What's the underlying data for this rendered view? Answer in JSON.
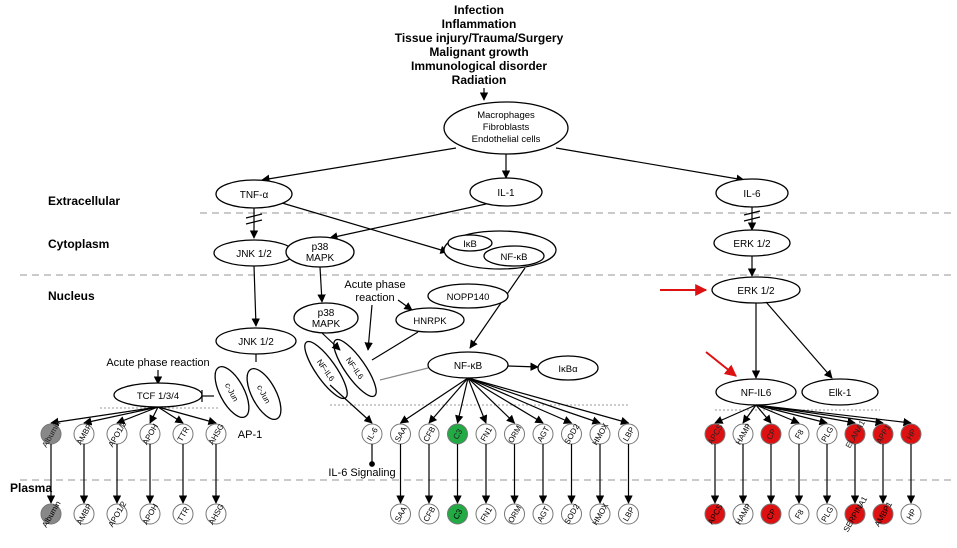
{
  "stimuli": [
    "Infection",
    "Inflammation",
    "Tissue injury/Trauma/Surgery",
    "Malignant growth",
    "Immunological disorder",
    "Radiation"
  ],
  "layers": {
    "extracellular": "Extracellular",
    "cytoplasm": "Cytoplasm",
    "nucleus": "Nucleus",
    "plasma": "Plasma"
  },
  "cells": [
    "Macrophages",
    "Fibroblasts",
    "Endothelial cells"
  ],
  "cytokines": {
    "tnf": "TNF-α",
    "il1": "IL-1",
    "il6": "IL-6"
  },
  "nodes": {
    "jnk": "JNK 1/2",
    "p38_line1": "p38",
    "p38_line2": "MAPK",
    "ikb": "IκB",
    "nfkb": "NF-κB",
    "erk": "ERK 1/2",
    "nopp140": "NOPP140",
    "hnrpk": "HNRPK",
    "ikba": "IκBα",
    "tcf": "TCF  1/3/4",
    "cjun": "c-Jun",
    "ap1": "AP-1",
    "nfil6": "NF-IL6",
    "elk1": "Elk-1"
  },
  "annotations": {
    "apr_left": "Acute phase reaction",
    "apr_mid_line1": "Acute phase",
    "apr_mid_line2": "reaction",
    "il6_signaling": "IL-6 Signaling"
  },
  "colors": {
    "gray_fill": "#888888",
    "green_fill": "#22aa44",
    "red_fill": "#dd1111",
    "red_arrow": "#dd1111"
  },
  "groups": [
    {
      "nuclear": [
        {
          "label": "Albumin",
          "fill": "gray"
        },
        {
          "label": "AMBP",
          "fill": "white"
        },
        {
          "label": "APO1/2",
          "fill": "white"
        },
        {
          "label": "APOH",
          "fill": "white"
        },
        {
          "label": "TTR",
          "fill": "white"
        },
        {
          "label": "AHSG",
          "fill": "white"
        }
      ],
      "plasma": [
        {
          "label": "Albumin",
          "fill": "gray"
        },
        {
          "label": "AMBP",
          "fill": "white"
        },
        {
          "label": "APO1/2",
          "fill": "white"
        },
        {
          "label": "APOH",
          "fill": "white"
        },
        {
          "label": "TTR",
          "fill": "white"
        },
        {
          "label": "AHSG",
          "fill": "white"
        }
      ]
    },
    {
      "nuclear": [
        {
          "label": "IL-6",
          "fill": "white"
        },
        {
          "label": "SAA",
          "fill": "white"
        },
        {
          "label": "CFB",
          "fill": "white"
        },
        {
          "label": "C3",
          "fill": "green"
        },
        {
          "label": "FN1",
          "fill": "white"
        },
        {
          "label": "ORM",
          "fill": "white"
        },
        {
          "label": "AGT",
          "fill": "white"
        },
        {
          "label": "SOD2",
          "fill": "white"
        },
        {
          "label": "HMOX",
          "fill": "white"
        },
        {
          "label": "LBP",
          "fill": "white"
        }
      ],
      "plasma": [
        {
          "label": "",
          "fill": "none"
        },
        {
          "label": "SAA",
          "fill": "white"
        },
        {
          "label": "CFB",
          "fill": "white"
        },
        {
          "label": "C3",
          "fill": "green"
        },
        {
          "label": "FN1",
          "fill": "white"
        },
        {
          "label": "ORM",
          "fill": "white"
        },
        {
          "label": "AGT",
          "fill": "white"
        },
        {
          "label": "SOD2",
          "fill": "white"
        },
        {
          "label": "HMOX",
          "fill": "white"
        },
        {
          "label": "LBP",
          "fill": "white"
        }
      ]
    },
    {
      "nuclear": [
        {
          "label": "APCS",
          "fill": "red"
        },
        {
          "label": "HAMP",
          "fill": "white"
        },
        {
          "label": "CP",
          "fill": "red"
        },
        {
          "label": "F8",
          "fill": "white"
        },
        {
          "label": "PLG",
          "fill": "white"
        },
        {
          "label": "ELANA1",
          "fill": "red"
        },
        {
          "label": "APP1",
          "fill": "red"
        },
        {
          "label": "HP",
          "fill": "red"
        }
      ],
      "plasma": [
        {
          "label": "APCS",
          "fill": "red"
        },
        {
          "label": "HAMP",
          "fill": "white"
        },
        {
          "label": "CP",
          "fill": "red"
        },
        {
          "label": "F8",
          "fill": "white"
        },
        {
          "label": "PLG",
          "fill": "white"
        },
        {
          "label": "SERPINA1",
          "fill": "red"
        },
        {
          "label": "AMBP1",
          "fill": "red"
        },
        {
          "label": "HP",
          "fill": "white"
        }
      ]
    }
  ]
}
